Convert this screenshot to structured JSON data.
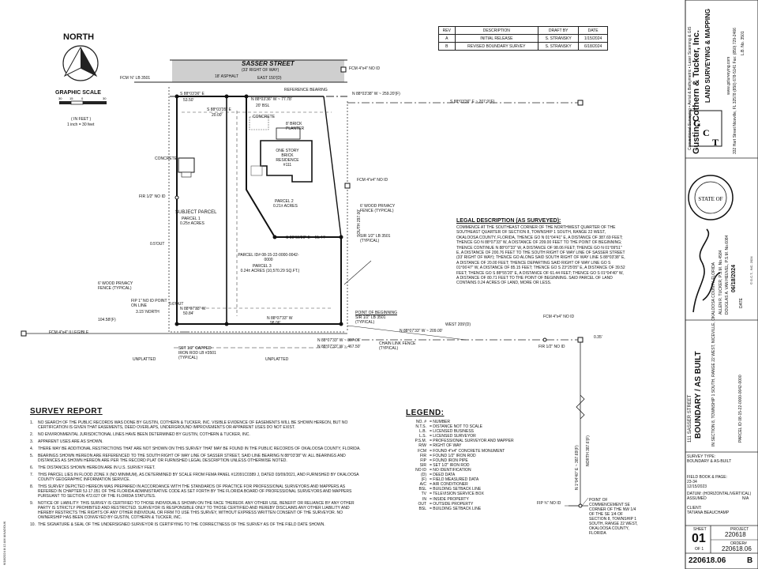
{
  "north": {
    "label": "NORTH"
  },
  "scale": {
    "title": "GRAPHIC SCALE",
    "unit": "( IN FEET )",
    "ratio": "1 inch = 30 feet"
  },
  "revisions": {
    "headers": [
      "REV",
      "DESCRIPTION",
      "DRAFT BY",
      "DATE"
    ],
    "rows": [
      [
        "A",
        "INITIAL RELEASE",
        "S. STRANSKY",
        "1/15/2024"
      ],
      [
        "B",
        "REVISED BOUNDARY SURVEY",
        "S. STRANSKY",
        "6/18/2024"
      ]
    ]
  },
  "street": {
    "name": "SASSER STREET",
    "row": "(33' RIGHT OF WAY)",
    "asphalt": "18' ASPHALT",
    "east": "EAST 150'(D)"
  },
  "plat_labels": {
    "fcm_top": "FCM 4\"x4\" NO ID",
    "fcm_left": "FCM ⅜\" LB 3501",
    "ref_bearing": "REFERENCE BEARING",
    "b1": "S 88°03'36\" E",
    "b1d": "53.50'",
    "b2": "N 88°03'36\" W ~ 77.78'",
    "b3": "N 88°03'38\" W ~ 259.20'(F)",
    "b4": "S 88°03'36\" E ~ 207.9'(F)",
    "b5": "S 88°03'35\" E",
    "b5d": "20.00'",
    "bsl20": "20' BSL",
    "concrete1": "CONCRETE",
    "planter": "8' BRICK PLANTER",
    "residence": "ONE STORY BRICK RESIDENCE #111",
    "concrete2": "CONCRETE",
    "fcm_right": "FCM 4\"x4\" NO ID",
    "subject_parcel": "SUBJECT PARCEL",
    "parcel1": "PARCEL 1",
    "parcel1_acres": "0.25± ACRES",
    "parcel2": "PARCEL 2",
    "parcel2_acres": "0.21± ACRES",
    "fir_left": "FIR 1/2\" NO ID",
    "fence_right": "6' WOOD PRIVACY FENCE (TYPICAL)",
    "b_mid": "S 88°55'20\" E ~ 61.44'",
    "sir_right": "SIR 1/2\" LB 3501 (TYPICAL)",
    "parcel_id": "PARCEL ID# 08-15-22-0000-0042-0000",
    "parcel3": "PARCEL 3",
    "parcel3_acres": "0.24± ACRES (10,570.29 SQ.FT.)",
    "out05": "0.5'OUT",
    "fence_left": "6' WOOD PRIVACY FENCE (TYPICAL)",
    "fip": "FIP 1\" NO ID POINT ON LINE",
    "fip_north": "3.15' NORTH",
    "b_bot1": "N 88°07'33\" W",
    "b_bot1d": "50.84'",
    "out06": "0.6'OUT",
    "b_bot2": "N 88°07'33\" W",
    "b_bot2d": "98.06'",
    "dist_left": "104.58'(F)",
    "fcm_left_bot": "FCM 4\"x4\" ILLEGIBLE",
    "capped": "SET 1/2\" CAPPED IRON ROD LB #3501 (TYPICAL)",
    "unplatted1": "UNPLATTED",
    "unplatted2": "UNPLATTED",
    "b_bot3": "N 88°07'33\" W ~ 307.06'",
    "b_bot4": "N 88°07'33\" W ~ 467.50'",
    "chain": "CHAIN LINK FENCE (TYPICAL)",
    "pob": "POINT OF BEGINNING",
    "pob_sir": "SIR 1/2\" LB 3501 (TYPICAL)",
    "west209": "WEST 209'(D)",
    "b209": "N 88°07'33\" W ~ 209.00'",
    "fir_bot": "FIR 1/2\" NO ID",
    "fcm_far": "FCM 4\"x4\" NO ID",
    "out035": "0.35'",
    "poc": "POINT OF COMMENCEMENT SE CORNER OF THE NW 1/4 OF THE SE 1/4 OF SECTION 8, TOWNSHIP 1 SOUTH, RANGE 22 WEST, OKALOOSA COUNTY, FLORIDA",
    "fip_bot": "FIP ¾\" NO ID",
    "south_vert": "SOUTH 297.00'",
    "north_vert": "NORTH 387.6'(F)",
    "n_vert2": "N 1°04'40\" E ~ 387.69'(F)"
  },
  "legal": {
    "title": "LEGAL DESCRIPTION (AS SURVEYED):",
    "text": "COMMENCE AT THE SOUTHEAST CORNER OF THE NORTHWEST QUARTER OF THE SOUTHEAST QUARTER OF SECTION 8, TOWNSHIP 1 SOUTH, RANGE 22 WEST, OKALOOSA COUNTY, FLORIDA, THENCE GO N 01°04'41\" E, A DISTANCE OF 387.69 FEET; THENCE GO N 88°07'33\" W, A DISTANCE OF 209.00 FEET TO THE POINT OF BEGINNING; THENCE CONTINUE N 88°07'33\" W, A DISTANCE OF 98.06 FEET; THENCE GO N 01°09'51\" E, A DISTANCE OF 200.76 FEET TO THE SOUTH RIGHT OF WAY LINE OF SASSER STREET (33' RIGHT OF WAY); THENCE GO ALONG SAID SOUTH RIGHT OF WAY LINE S 88°03'38\" E, A DISTANCE OF 20.00 FEET; THENCE DEPARTING SAID RIGHT OF WAY LINE GO S 01°06'47\" W, A DISTANCE OF 85.15 FEET; THENCE GO S 23°25'05\" E, A DISTANCE OF 39.52 FEET; THENCE GO S 88°55'20\" E, A DISTANCE OF 61.44 FEET; THENCE GO S 01°04'40\" W, A DISTANCE OF 80.71 FEET TO THE POINT OF BEGINNING. SAID PARCEL OF LAND CONTAINS 0.24 ACRES OF LAND, MORE OR LESS."
  },
  "survey_report": {
    "title": "SURVEY REPORT",
    "notes": [
      "NO SEARCH OF THE PUBLIC RECORDS WAS DONE BY GUSTIN, COTHERN & TUCKER, INC. VISIBLE EVIDENCE OF EASEMENTS WILL BE SHOWN HEREON, BUT NO CERTIFICATION IS GIVEN THAT EASEMENTS, DEED OVERLAPS, UNDERGROUND IMPROVEMENTS OR APPARENT USES DO NOT EXIST.",
      "NO ENVIRONMENTAL JURISDICTIONAL LINES HAVE BEEN DETERMINED BY GUSTIN, COTHERN & TUCKER, INC.",
      "APPARENT USES ARE AS SHOWN.",
      "THERE MAY BE ADDITIONAL RESTRICTIONS THAT ARE NOT SHOWN ON THIS SURVEY THAT MAY BE FOUND IN THE PUBLIC RECORDS OF OKALOOSA COUNTY, FLORIDA.",
      "BEARINGS SHOWN HEREON ARE REFERENCED TO THE SOUTH RIGHT OF WAY LINE OF SASSER STREET, SAID LINE BEARING N 88°03'38\" W. ALL BEARINGS AND DISTANCES AS SHOWN HEREON ARE PER THE RECORD PLAT OR FURNISHED LEGAL DESCRIPTION UNLESS OTHERWISE NOTED.",
      "THE DISTANCES SHOWN HEREON ARE IN U.S. SURVEY FEET.",
      "THIS PARCEL LIES IN FLOOD ZONE X (NO MINIMUM), AS DETERMINED BY SCALE FROM FEMA PANEL #12091C0389 J, DATED 03/09/2021, AND FURNISHED BY OKALOOSA COUNTY GEOGRAPHIC INFORMATION SERVICE.",
      "THIS SURVEY DEPICTED HEREON WAS PREPARED IN ACCORDANCE WITH THE STANDARDS OF PRACTICE FOR PROFESSIONAL SURVEYORS AND MAPPERS AS REFERED IN CHAPTER 5J-17.051 OF THE FLORIDA ADMINISTRATIVE CODE AS SET FORTH BY THE FLORIDA BOARD OF PROFESSIONAL SURVEYORS AND MAPPERS PURSUANT TO SECTION 472.027 OF THE FLORIDA STATUTES.",
      "NOTICE OF LIABILITY: THIS SURVEY IS CERTIFIED TO THOSE INDIVIDUALS SHOWN ON THE FACE THEREOF. ANY OTHER USE, BENEFIT OR RELIANCE BY ANY OTHER PARTY IS STRICTLY PROHIBITED AND RESTRICTED. SURVEYOR IS RESPONSIBLE ONLY TO THOSE CERTIFIED AND HEREBY DISCLAIMS ANY OTHER LIABILITY AND HEREBY RESTRICTS THE RIGHTS OF ANY OTHER INDIVIDUAL OR FIRM TO USE THIS SURVEY, WITHOUT EXPRESS WRITTEN CONSENT OF THE SURVEYOR. NO OWNERSHIP HAS BEEN CONVEYED BY GUSTIN, COTHERN & TUCKER, INC.",
      "THE SIGNATURE & SEAL OF THE UNDERSIGNED SURVEYOR IS CERTIFYING TO THE CORRECTNESS OF THE SURVEY AS OF THE FIELD DATE SHOWN."
    ],
    "numbers": [
      "1.",
      "2.",
      "3.",
      "4.",
      "5.",
      "6.",
      "7.",
      "8.",
      "9.",
      "10."
    ]
  },
  "legend": {
    "title": "LEGEND:",
    "items": [
      [
        "NO. #",
        "= NUMBER"
      ],
      [
        "N.T.S.",
        "= DISTANCE NOT TO SCALE"
      ],
      [
        "L.B.",
        "= LICENSED BUSINESS"
      ],
      [
        "L.S.",
        "= LICENSED SURVEYOR"
      ],
      [
        "P.S.M.",
        "= PROFESSIONAL SURVEYOR AND MAPPER"
      ],
      [
        "R/W",
        "= RIGHT OF WAY"
      ],
      [
        "FCM",
        "= FOUND 4\"x4\" CONCRETE MONUMENT"
      ],
      [
        "FIR",
        "= FOUND 1/2\" IRON ROD"
      ],
      [
        "FIP",
        "= FOUND IRON PIPE"
      ],
      [
        "SIR",
        "= SET 1/2\" IRON ROD"
      ],
      [
        "NO ID",
        "= NO IDENTIFICATION"
      ],
      [
        "(D)",
        "= DEED DATA"
      ],
      [
        "(F)",
        "= FIELD MEASURED DATA"
      ],
      [
        "A/C",
        "= AIR CONDITIONER"
      ],
      [
        "BSL",
        "= BUILDING SETBACK LINE"
      ],
      [
        "TV",
        "= TELEVISION SERVICE BOX"
      ],
      [
        "IN",
        "= INSIDE PROPERTY"
      ],
      [
        "OUT",
        "= OUTSIDE PROPERTY"
      ],
      [
        "BSL",
        "= BUILDING SETBACK LINE"
      ]
    ]
  },
  "title_block": {
    "company": "Gustin, Cothern & Tucker, Inc.",
    "division": "LAND SURVEYING & MAPPING",
    "address": "332 Hart Street    Niceville, FL 32578    (850) 678-5141    Fax: (850) 729-2466",
    "web": "www.gcturveying.com",
    "lb": "L.B. No. 3501",
    "services": "Conventional Surveying • Aerial & Bathymetric • Laser Scanning & GIS",
    "signer": "DOUGLAS A. VAN HEUVEL, P.S.M. No.6084",
    "signer2": "ALLEN R. TUCKER, P.S.M. No.4584",
    "sign_date": "06/18/2024",
    "date_label": "DATE",
    "copyright": "© G.C.T., INC. 2024",
    "project_addr": "111 SASSER STREET",
    "survey_title": "BOUNDARY / AS BUILT",
    "location": "IN SECTION 8, TOWNSHIP 1 SOUTH, RANGE 22 WEST, NICEVILLE, OKALOOSA COUNTY, FLORIDA",
    "parcel": "PARCEL ID 08-15-22-0000-0042-0000",
    "survey_type_label": "SURVEY TYPE:",
    "survey_type": "BOUNDARY & AS-BUILT",
    "field_book_label": "FIELD BOOK & PAGE:",
    "field_book": "23-34",
    "field_date": "12/15/2023",
    "datum_label": "DATUM: (HORIZONTAL/VERTICAL)",
    "datum": "ASSUMED",
    "datum_v": "N/A",
    "client_label": "CLIENT:",
    "client": "TATIANA BEAUCHAMP",
    "sheet_label": "SHEET",
    "sheet": "01",
    "of": "OF 1",
    "project_label": "PROJECT",
    "project": "220618",
    "order_label": "ORDER#",
    "order": "220618.06",
    "footer": "220618.06",
    "footer_rev": "B"
  },
  "side_stamp": "6/18/2024 8:12 AM   IANADOUK"
}
